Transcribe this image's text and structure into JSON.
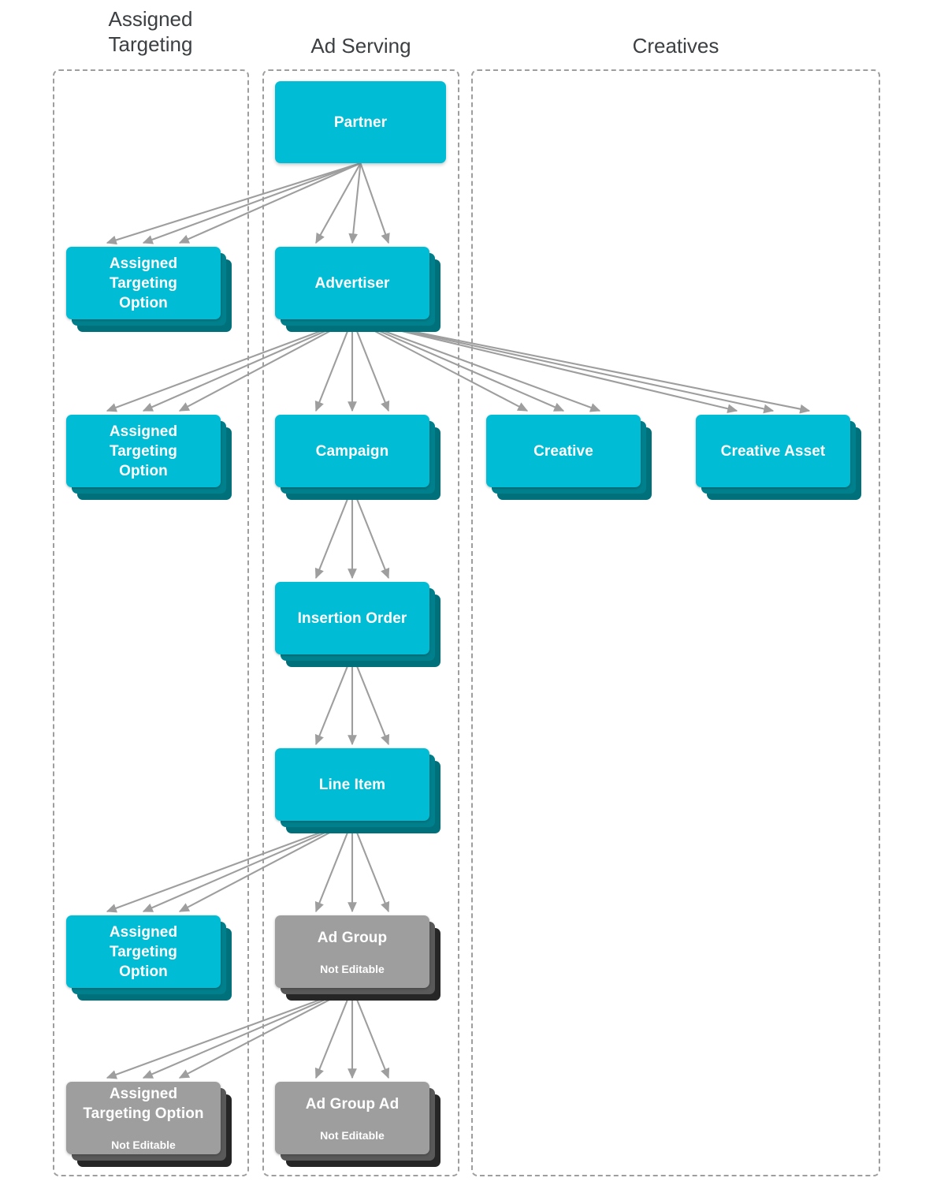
{
  "diagram": {
    "title_columns": [
      {
        "label": "Assigned\nTargeting"
      },
      {
        "label": "Ad Serving"
      },
      {
        "label": "Creatives"
      }
    ],
    "colors": {
      "node_cyan": "#00bcd4",
      "node_cyan_shadow_mid": "#00808c",
      "node_cyan_shadow_back": "#00707b",
      "node_gray": "#9e9e9e",
      "node_gray_shadow_mid": "#595959",
      "node_gray_shadow_back": "#262626",
      "frame_dashed": "#9e9e9e",
      "arrow": "#9e9e9e",
      "header_text": "#3c4043",
      "node_text": "#ffffff"
    },
    "not_editable_label": "Not Editable",
    "nodes": [
      {
        "id": "partner",
        "title": "Partner",
        "sub": "",
        "stacked": false,
        "color": "cyan"
      },
      {
        "id": "ato1",
        "title": "Assigned\nTargeting\nOption",
        "sub": "",
        "stacked": true,
        "color": "cyan"
      },
      {
        "id": "advertiser",
        "title": "Advertiser",
        "sub": "",
        "stacked": true,
        "color": "cyan"
      },
      {
        "id": "ato2",
        "title": "Assigned\nTargeting\nOption",
        "sub": "",
        "stacked": true,
        "color": "cyan"
      },
      {
        "id": "campaign",
        "title": "Campaign",
        "sub": "",
        "stacked": true,
        "color": "cyan"
      },
      {
        "id": "creative",
        "title": "Creative",
        "sub": "",
        "stacked": true,
        "color": "cyan"
      },
      {
        "id": "creativeasset",
        "title": "Creative Asset",
        "sub": "",
        "stacked": true,
        "color": "cyan"
      },
      {
        "id": "insertionorder",
        "title": "Insertion Order",
        "sub": "",
        "stacked": true,
        "color": "cyan"
      },
      {
        "id": "lineitem",
        "title": "Line Item",
        "sub": "",
        "stacked": true,
        "color": "cyan"
      },
      {
        "id": "ato3",
        "title": "Assigned\nTargeting\nOption",
        "sub": "",
        "stacked": true,
        "color": "cyan"
      },
      {
        "id": "adgroup",
        "title": "Ad Group",
        "sub": "Not Editable",
        "stacked": true,
        "color": "gray"
      },
      {
        "id": "ato4",
        "title": "Assigned\nTargeting Option",
        "sub": "Not Editable",
        "stacked": true,
        "color": "gray"
      },
      {
        "id": "adgroupad",
        "title": "Ad Group Ad",
        "sub": "Not Editable",
        "stacked": true,
        "color": "gray"
      }
    ],
    "relationships": [
      {
        "from": "partner",
        "to": "advertiser",
        "multiplicity": 3
      },
      {
        "from": "partner",
        "to": "ato1",
        "multiplicity": 3
      },
      {
        "from": "advertiser",
        "to": "campaign",
        "multiplicity": 3
      },
      {
        "from": "advertiser",
        "to": "ato2",
        "multiplicity": 3
      },
      {
        "from": "advertiser",
        "to": "creative",
        "multiplicity": 3
      },
      {
        "from": "advertiser",
        "to": "creativeasset",
        "multiplicity": 3
      },
      {
        "from": "campaign",
        "to": "insertionorder",
        "multiplicity": 3
      },
      {
        "from": "insertionorder",
        "to": "lineitem",
        "multiplicity": 3
      },
      {
        "from": "lineitem",
        "to": "adgroup",
        "multiplicity": 3
      },
      {
        "from": "lineitem",
        "to": "ato3",
        "multiplicity": 3
      },
      {
        "from": "adgroup",
        "to": "adgroupad",
        "multiplicity": 3
      },
      {
        "from": "adgroup",
        "to": "ato4",
        "multiplicity": 3
      }
    ]
  }
}
